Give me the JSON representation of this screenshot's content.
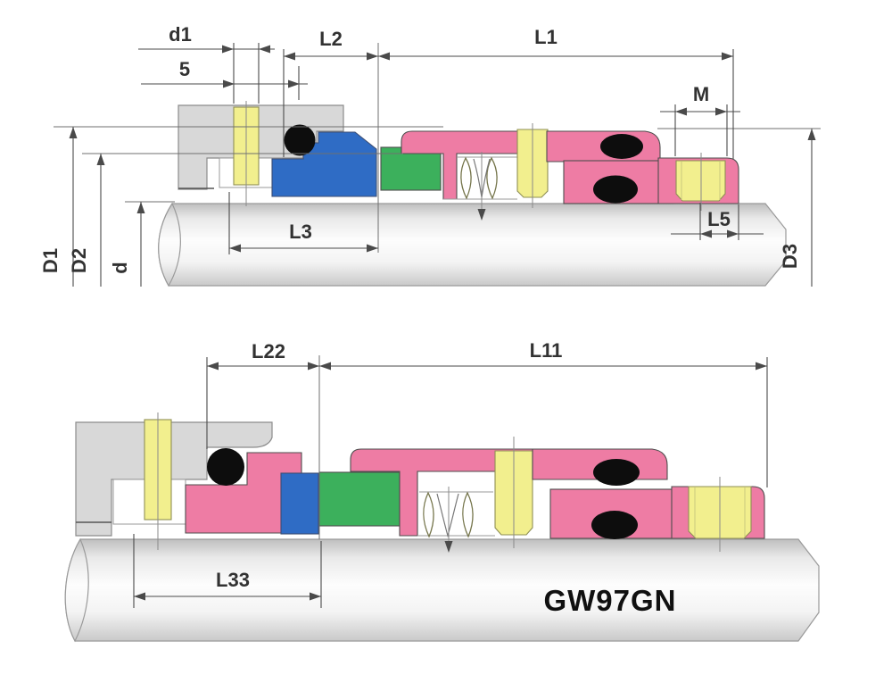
{
  "colors": {
    "background": "#ffffff",
    "pink": "#ee7ca4",
    "blue": "#2f6cc5",
    "green": "#3cb05c",
    "yellow": "#f2ef8e",
    "gray_part": "#d8d8d8",
    "black_part": "#0d0d0d",
    "dim_line": "#4a4a4a",
    "dim_text": "#323232"
  },
  "top_view": {
    "dims": {
      "d1": "d1",
      "offset5": "5",
      "L2": "L2",
      "L1": "L1",
      "M": "M",
      "L5": "L5",
      "L3": "L3",
      "D1": "D1",
      "D2": "D2",
      "d": "d",
      "D3": "D3"
    }
  },
  "bottom_view": {
    "dims": {
      "L22": "L22",
      "L11": "L11",
      "L33": "L33"
    },
    "model_code": "GW97GN"
  }
}
